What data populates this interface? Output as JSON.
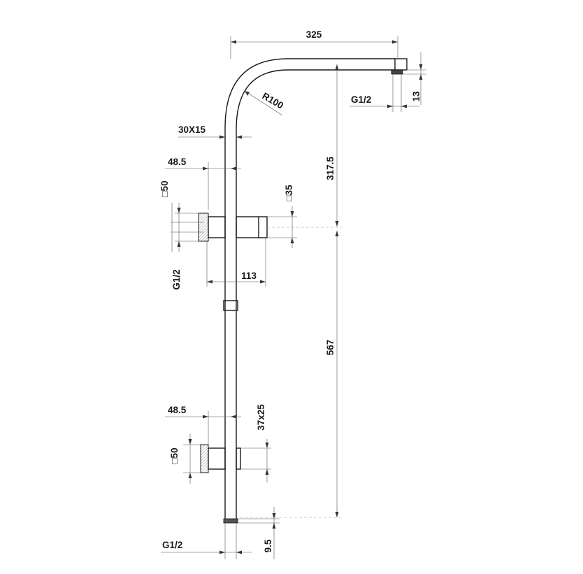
{
  "labels": {
    "arm_length": "325",
    "bend_radius": "R100",
    "pipe_section": "30X15",
    "nozzle_offset": "13",
    "outlet_thread": "G1/2",
    "upper_height": "317.5",
    "upper_bracket_depth": "48.5",
    "upper_wall_plate": "□50",
    "slider_size": "□35",
    "upper_inlet_thread": "G1/2",
    "slider_projection": "113",
    "lower_height": "567",
    "lower_bracket_depth": "48.5",
    "lower_holder_size": "37x25",
    "lower_wall_plate": "□50",
    "bottom_thread": "G1/2",
    "bottom_offset": "9.5"
  }
}
